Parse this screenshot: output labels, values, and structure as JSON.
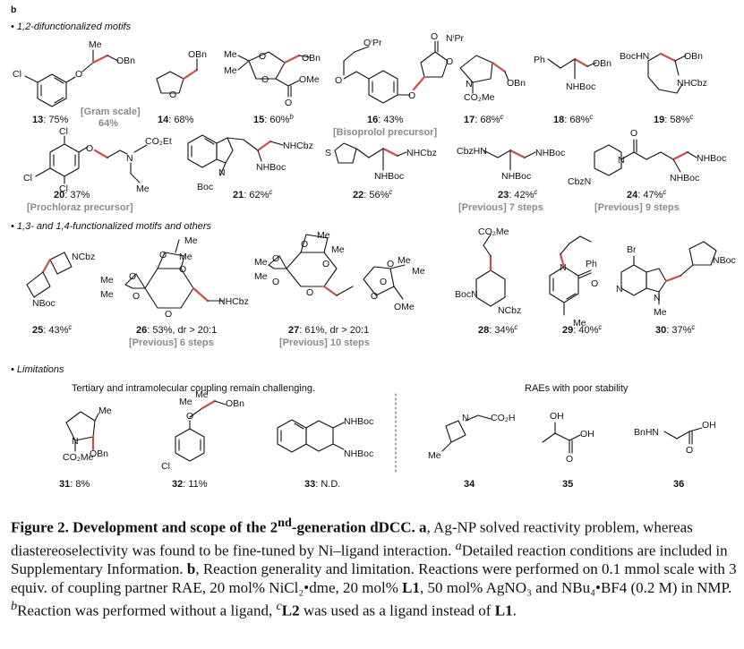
{
  "panel_label": "b",
  "sections": {
    "s1": "• 1,2-difunctionalized motifs",
    "s2": "• 1,3- and 1,4-functionalized motifs and others",
    "s3": "• Limitations"
  },
  "atom_labels": {
    "OBn": "OBn",
    "O": "O",
    "OMe": "OMe",
    "Me": "Me",
    "Cl": "Cl",
    "OiPr": "OⁱPr",
    "NiPr": "NⁱPr",
    "N": "N",
    "CO2Me": "CO₂Me",
    "CO2Et": "CO₂Et",
    "Ph": "Ph",
    "NHBoc": "NHBoc",
    "BocHN": "BocHN",
    "NHCbz": "NHCbz",
    "CbzHN": "CbzHN",
    "NCbz": "NCbz",
    "CbzN": "CbzN",
    "BocN": "BocN",
    "NBoc": "NBoc",
    "Boc": "Boc",
    "S": "S",
    "Br": "Br",
    "CO2H": "CO₂H",
    "OH": "OH",
    "BnHN": "BnHN"
  },
  "compounds": [
    {
      "id": "13",
      "yield": ": 75%",
      "sup": ""
    },
    {
      "id": "14",
      "yield": ": 68%",
      "sup": ""
    },
    {
      "id": "15",
      "yield": ": 60%",
      "sup": "b"
    },
    {
      "id": "16",
      "yield": ": 43%",
      "sup": ""
    },
    {
      "id": "17",
      "yield": ": 68%",
      "sup": "c"
    },
    {
      "id": "18",
      "yield": ": 68%",
      "sup": "c"
    },
    {
      "id": "19",
      "yield": ": 58%",
      "sup": "c"
    },
    {
      "id": "20",
      "yield": ": 37%",
      "sup": ""
    },
    {
      "id": "21",
      "yield": ": 62%",
      "sup": "c"
    },
    {
      "id": "22",
      "yield": ": 56%",
      "sup": "c"
    },
    {
      "id": "23",
      "yield": ": 42%",
      "sup": "c"
    },
    {
      "id": "24",
      "yield": ": 47%",
      "sup": "c"
    },
    {
      "id": "25",
      "yield": ": 43%",
      "sup": "c"
    },
    {
      "id": "26",
      "yield": ": 53%, dr > 20:1",
      "sup": ""
    },
    {
      "id": "27",
      "yield": ": 61%, dr > 20:1",
      "sup": ""
    },
    {
      "id": "28",
      "yield": ": 34%",
      "sup": "c"
    },
    {
      "id": "29",
      "yield": ": 40%",
      "sup": "c"
    },
    {
      "id": "30",
      "yield": ": 37%",
      "sup": "c"
    },
    {
      "id": "31",
      "yield": ": 8%",
      "sup": ""
    },
    {
      "id": "32",
      "yield": ": 11%",
      "sup": ""
    },
    {
      "id": "33",
      "yield": ": N.D.",
      "sup": ""
    },
    {
      "id": "34",
      "yield": "",
      "sup": ""
    },
    {
      "id": "35",
      "yield": "",
      "sup": ""
    },
    {
      "id": "36",
      "yield": "",
      "sup": ""
    }
  ],
  "notes": {
    "gram1": "[Gram scale]",
    "gram2": "64%",
    "bisoprolol": "[Bisoprolol precursor]",
    "prochloraz": "[Prochloraz precursor]",
    "prev7": "[Previous] 7 steps",
    "prev9": "[Previous] 9 steps",
    "prev6": "[Previous] 6 steps",
    "prev10": "[Previous] 10 steps"
  },
  "limitations": {
    "left": "Tertiary and intramolecular coupling remain challenging.",
    "right": "RAEs with poor stability"
  },
  "caption": {
    "title_a": "Figure 2. Development and scope of the 2",
    "title_sup": "nd",
    "title_b": "-generation dDCC. ",
    "a_label": "a",
    "a_text": ", Ag-NP solved reactivity problem, whereas diastereoselectivity was found to be fine-tuned by Ni–ligand interaction.",
    "sup_a": "a",
    "detail": "Detailed reaction conditions are included in Supplementary Information. ",
    "b_label": "b",
    "b_text": ", Reaction generality and limitation. Reactions were performed on 0.1 mmol scale with 3 equiv. of coupling partner RAE, 20 mol% NiCl₂•dme, 20 mol% ",
    "L1": "L1",
    "mid": ", 50 mol% AgNO₃ and NBu₄•BF4 (0.2 M) in NMP.",
    "sup_b": "b",
    "noligand": "Reaction was performed without a ligand, ",
    "sup_c": "c",
    "L2": "L2",
    "l2text": " was used as a ligand instead of ",
    "L1b": "L1",
    "end": "."
  }
}
